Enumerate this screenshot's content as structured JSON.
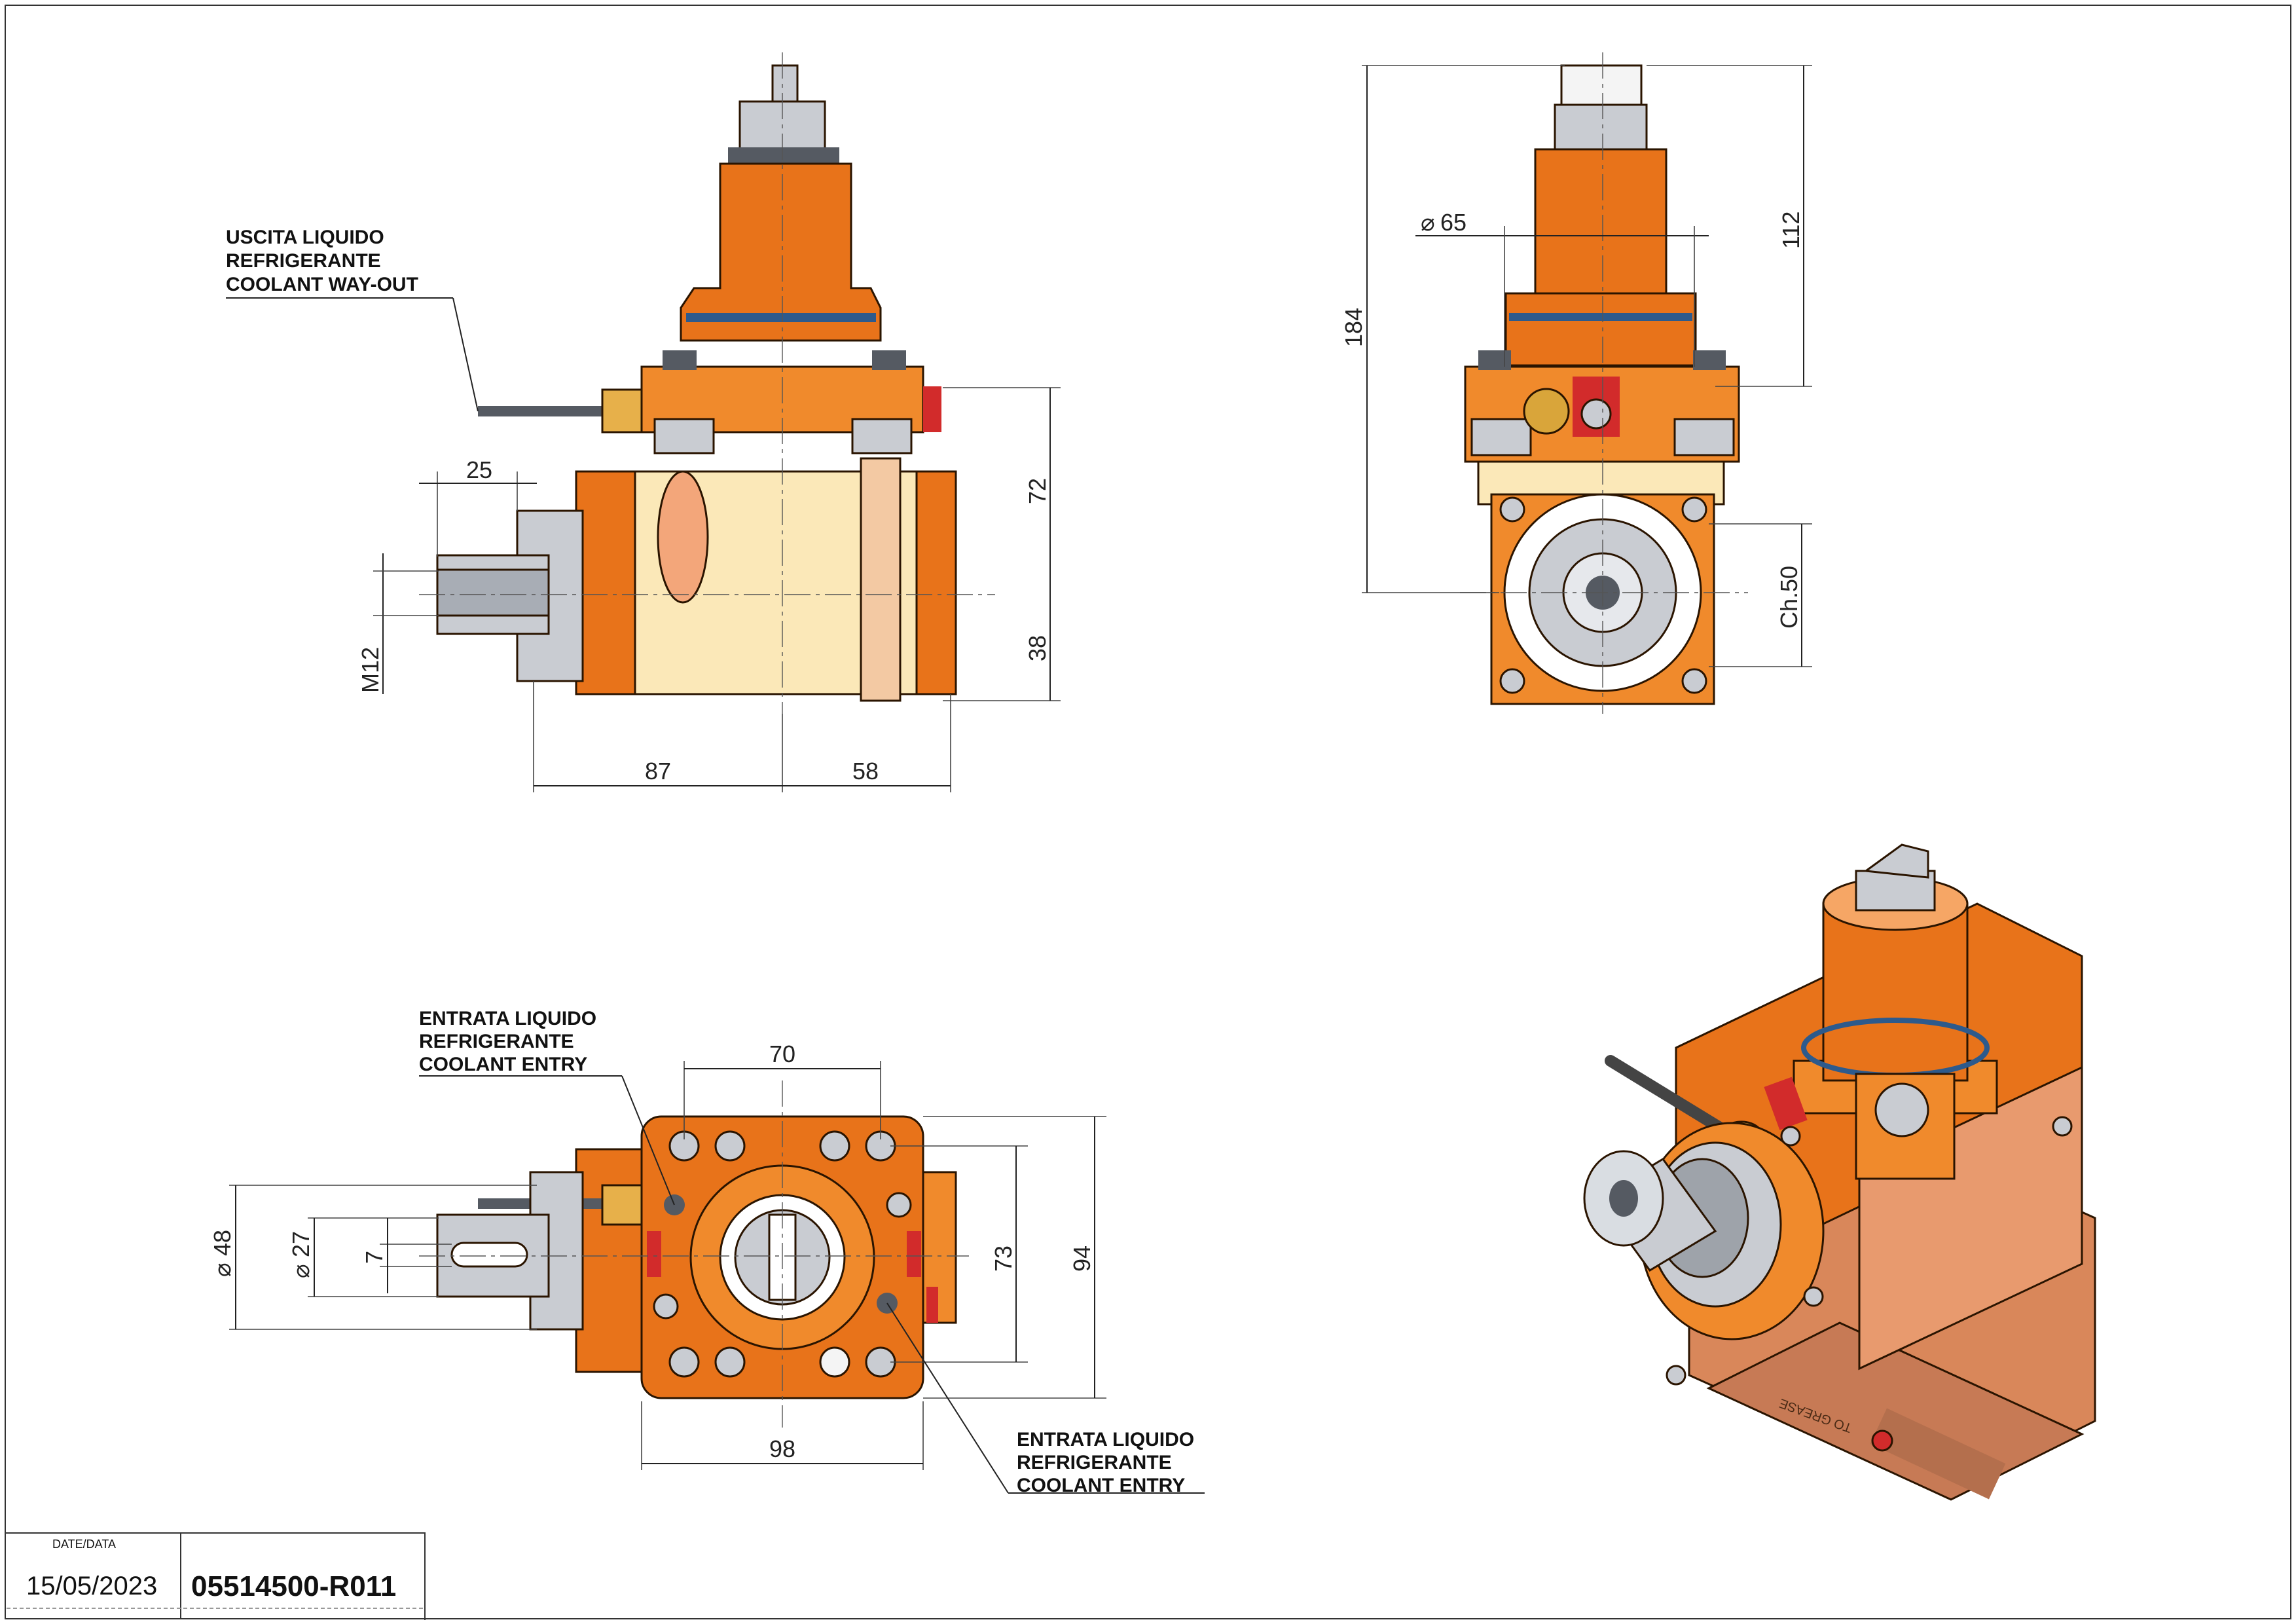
{
  "callouts": {
    "top_outlet": [
      "USCITA LIQUIDO",
      "REFRIGERANTE",
      "COOLANT WAY-OUT"
    ],
    "entry_left": [
      "ENTRATA LIQUIDO",
      "REFRIGERANTE",
      "COOLANT ENTRY"
    ],
    "entry_right": [
      "ENTRATA LIQUIDO",
      "REFRIGERANTE",
      "COOLANT ENTRY"
    ]
  },
  "dimensions": {
    "side_view": {
      "d25": "25",
      "d72": "72",
      "d38": "38",
      "m12": "M12",
      "d87": "87",
      "d58": "58"
    },
    "front_view": {
      "d65": "65",
      "d112": "112",
      "d184": "184",
      "ch50": "Ch.50"
    },
    "bottom_view": {
      "d70": "70",
      "d73": "73",
      "d94": "94",
      "d98": "98",
      "d48": "48",
      "d27": "27",
      "d7": "7"
    }
  },
  "title_block": {
    "date_label": "DATE/DATA",
    "date": "15/05/2023",
    "drawing_code": "05514500-R011"
  },
  "part_marking": "TO GREASE",
  "colors": {
    "body_orange": "#e8731a",
    "cream": "#fbe8b8",
    "steel": "#c9ccd2",
    "red_plug": "#d22b2b"
  }
}
